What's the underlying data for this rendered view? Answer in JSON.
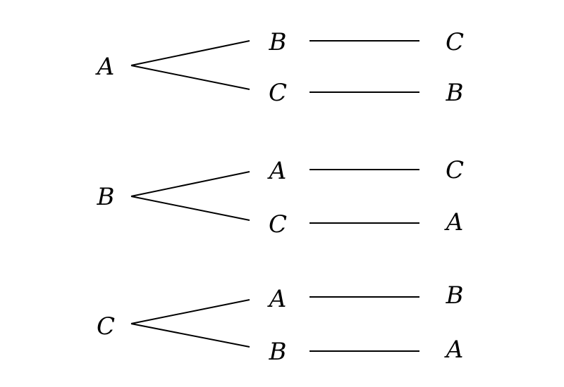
{
  "trees": [
    {
      "root": "A",
      "branches": [
        {
          "second": "B",
          "third": "C"
        },
        {
          "second": "C",
          "third": "B"
        }
      ]
    },
    {
      "root": "B",
      "branches": [
        {
          "second": "A",
          "third": "C"
        },
        {
          "second": "C",
          "third": "A"
        }
      ]
    },
    {
      "root": "C",
      "branches": [
        {
          "second": "A",
          "third": "B"
        },
        {
          "second": "B",
          "third": "A"
        }
      ]
    }
  ]
}
